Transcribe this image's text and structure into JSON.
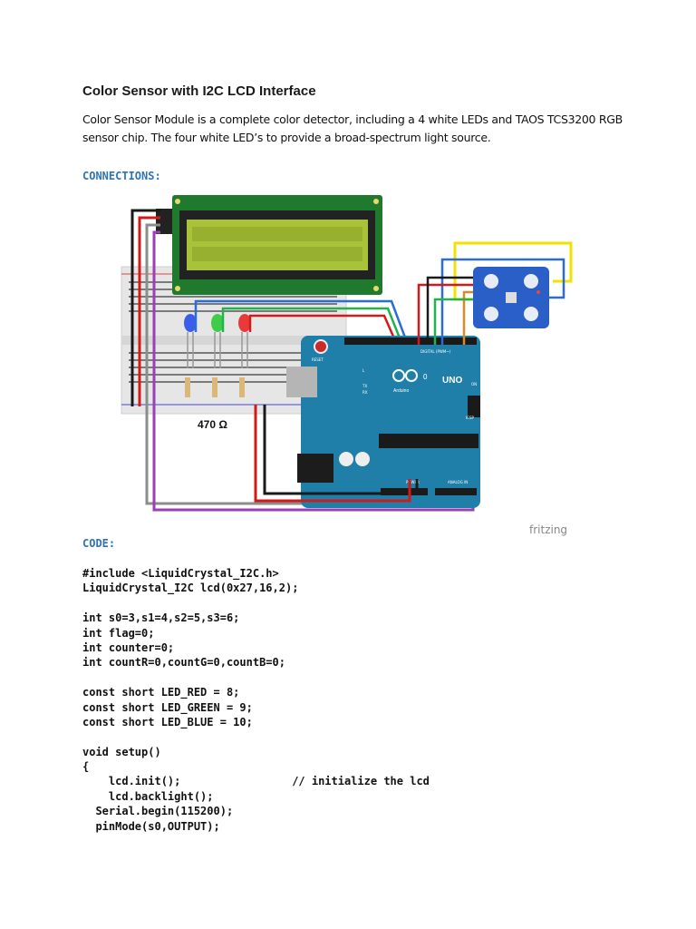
{
  "document": {
    "title": "Color Sensor with I2C LCD Interface",
    "intro": "Color Sensor Module is a complete color detector, including a 4 white LEDs and TAOS TCS3200 RGB sensor chip. The four white LED’s to provide a broad-spectrum light source.",
    "connections_heading": "CONNECTIONS:",
    "code_heading": "CODE:"
  },
  "diagram": {
    "resistor_label": "470 Ω",
    "watermark": "fritzing",
    "board_brand": "UNO",
    "board_sub": "Arduino",
    "reset_label": "RESET",
    "digital_label": "DIGITAL (PWM~)",
    "power_label": "POWER",
    "analog_label": "ANALOG IN",
    "on_label": "ON",
    "icsp_label": "ICSP",
    "tx_label": "TX",
    "rx_label": "RX",
    "l_label": "L",
    "colors": {
      "wire_black": "#1a1a1a",
      "wire_red": "#d11a1a",
      "wire_gray": "#8c8c8c",
      "wire_purple": "#9b3fb5",
      "wire_blue": "#2b6cd8",
      "wire_green": "#22b34a",
      "wire_orange": "#d98b2b",
      "wire_yellow": "#f2e200",
      "lcd_pcb": "#1f7a2e",
      "lcd_screen": "#a8c23a",
      "arduino": "#1f7fa8",
      "sensor": "#2a5fc7"
    }
  },
  "code_lines": [
    "#include <LiquidCrystal_I2C.h>",
    "LiquidCrystal_I2C lcd(0x27,16,2);",
    "",
    "int s0=3,s1=4,s2=5,s3=6;",
    "int flag=0;",
    "int counter=0;",
    "int countR=0,countG=0,countB=0;",
    "",
    "const short LED_RED = 8;",
    "const short LED_GREEN = 9;",
    "const short LED_BLUE = 10;",
    "",
    "void setup()",
    "{",
    "    lcd.init();                 // initialize the lcd",
    "    lcd.backlight();",
    "  Serial.begin(115200);",
    "  pinMode(s0,OUTPUT);"
  ]
}
